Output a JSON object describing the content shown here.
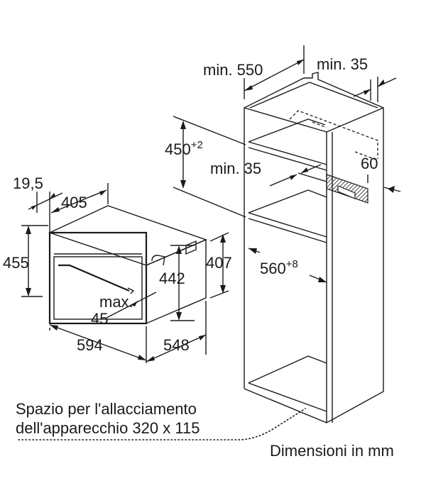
{
  "dimensions": {
    "oven_frame_depth": "19,5",
    "oven_depth": "405",
    "oven_height": "455",
    "oven_body_height": "407",
    "oven_niche_height": "442",
    "oven_width": "594",
    "oven_body_depth": "548",
    "max_label": "max.",
    "max_value": "45",
    "cabinet_depth": "min. 550",
    "cabinet_side": "min. 35",
    "niche_height_base": "450",
    "niche_height_tol": "+2",
    "vent_depth": "min. 35",
    "vent_height": "60",
    "niche_width_base": "560",
    "niche_width_tol": "+8"
  },
  "notes": {
    "connection_line1": "Spazio per l'allacciamento",
    "connection_line2": "dell'apparecchio 320 x 115",
    "units": "Dimensioni in mm"
  }
}
